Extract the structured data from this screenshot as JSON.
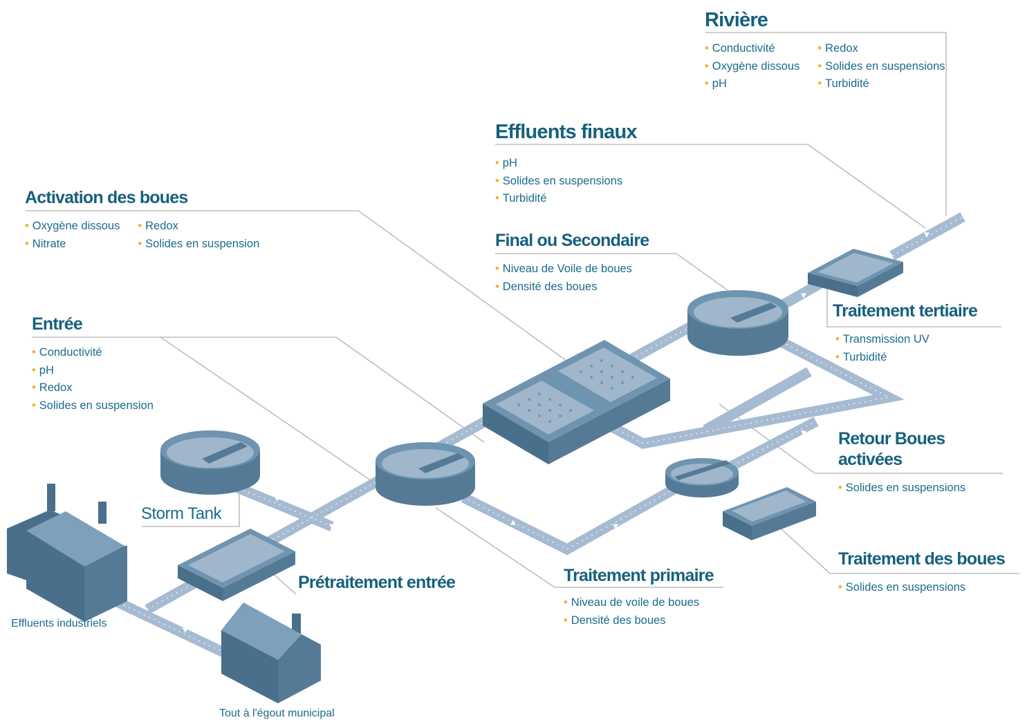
{
  "colors": {
    "pipe": "#a6bbd1",
    "tank_side": "#557a96",
    "tank_top": "#6f94b0",
    "water": "#9fb6cb",
    "building_front": "#4a6f8a",
    "building_roof": "#7fa0bb",
    "leader_line": "#bdbdbd",
    "title": "#16607e",
    "text": "#1a6b8c",
    "bullet": "#f2b21a"
  },
  "riviere": {
    "title": "Rivière",
    "col1": [
      "Conductivité",
      "Oxygène dissous",
      "pH"
    ],
    "col2": [
      "Redox",
      "Solides en suspensions",
      "Turbidité"
    ]
  },
  "effluents_finaux": {
    "title": "Effluents finaux",
    "items": [
      "pH",
      "Solides en suspensions",
      "Turbidité"
    ]
  },
  "activation": {
    "title": "Activation des boues",
    "col1": [
      "Oxygène dissous",
      "Nitrate"
    ],
    "col2": [
      "Redox",
      "Solides en suspension"
    ]
  },
  "final_secondaire": {
    "title": "Final ou Secondaire",
    "items": [
      "Niveau de Voile de boues",
      "Densité des boues"
    ]
  },
  "tertiaire": {
    "title": "Traitement tertiaire",
    "items": [
      "Transmission UV",
      "Turbidité"
    ]
  },
  "entree": {
    "title": "Entrée",
    "items": [
      "Conductivité",
      "pH",
      "Redox",
      "Solides en suspension"
    ]
  },
  "retour": {
    "title_line1": "Retour Boues",
    "title_line2": "activées",
    "items": [
      "Solides en suspensions"
    ]
  },
  "storm_tank": {
    "label": "Storm Tank"
  },
  "pretraitement": {
    "title": "Prétraitement entrée"
  },
  "primaire": {
    "title": "Traitement primaire",
    "items": [
      "Niveau de voile de boues",
      "Densité des boues"
    ]
  },
  "traitement_boues": {
    "title": "Traitement des boues",
    "items": [
      "Solides en suspensions"
    ]
  },
  "effluents_industriels": {
    "label": "Effluents industriels"
  },
  "egout": {
    "label": "Tout à l'égout municipal"
  }
}
